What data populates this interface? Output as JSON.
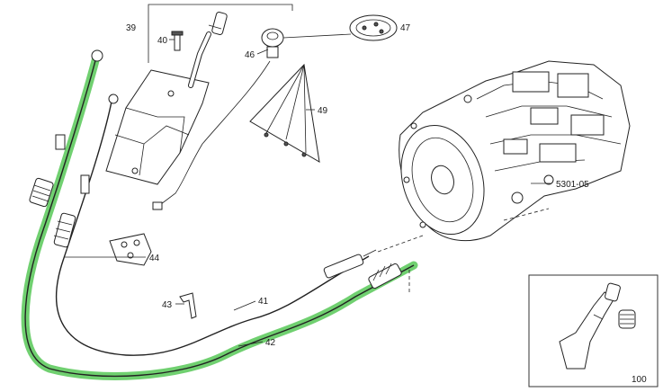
{
  "labels": {
    "p39": "39",
    "p40": "40",
    "p46": "46",
    "p47": "47",
    "p49": "49",
    "p44": "44",
    "p43": "43",
    "p41": "41",
    "p42": "42",
    "gearbox": "5301-05",
    "p100": "100"
  },
  "colors": {
    "highlight": "#57c857",
    "line": "#222222",
    "fill": "#ffffff"
  }
}
